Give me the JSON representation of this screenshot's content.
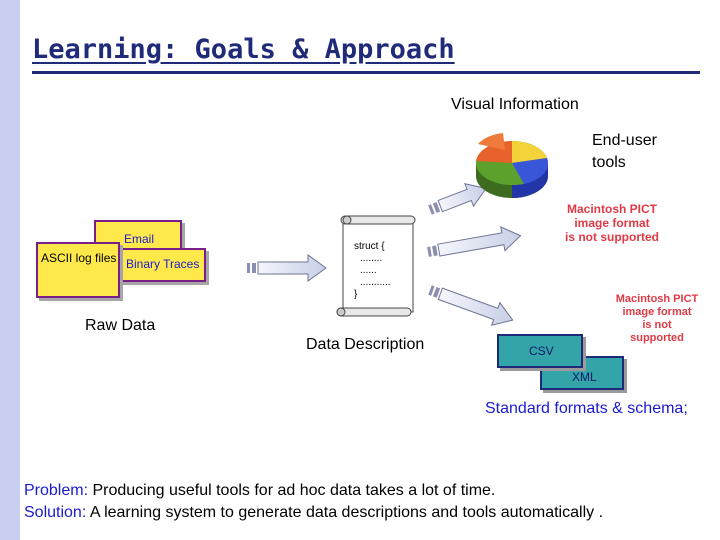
{
  "slide": {
    "title": "Learning: Goals & Approach",
    "problem_label": "Problem:",
    "problem_text": " Producing useful tools for ad hoc data takes a lot of time.",
    "solution_label": "Solution:",
    "solution_text": " A learning system to generate data descriptions and tools automatically ."
  },
  "diagram": {
    "visual_information": "Visual Information",
    "end_user_tools": [
      "End-user",
      "tools"
    ],
    "raw_data": {
      "files": {
        "email": "Email",
        "ascii": "ASCII log files",
        "binary": "Binary Traces"
      },
      "label": "Raw Data"
    },
    "description": {
      "lines": [
        "struct {",
        "........",
        "......",
        "...........",
        "}"
      ],
      "label": "Data Description"
    },
    "formats": {
      "csv": "CSV",
      "xml": "XML",
      "label": "Standard formats & schema;"
    },
    "pict_notice": [
      "Macintosh PICT",
      "image format",
      "is not supported"
    ]
  }
}
